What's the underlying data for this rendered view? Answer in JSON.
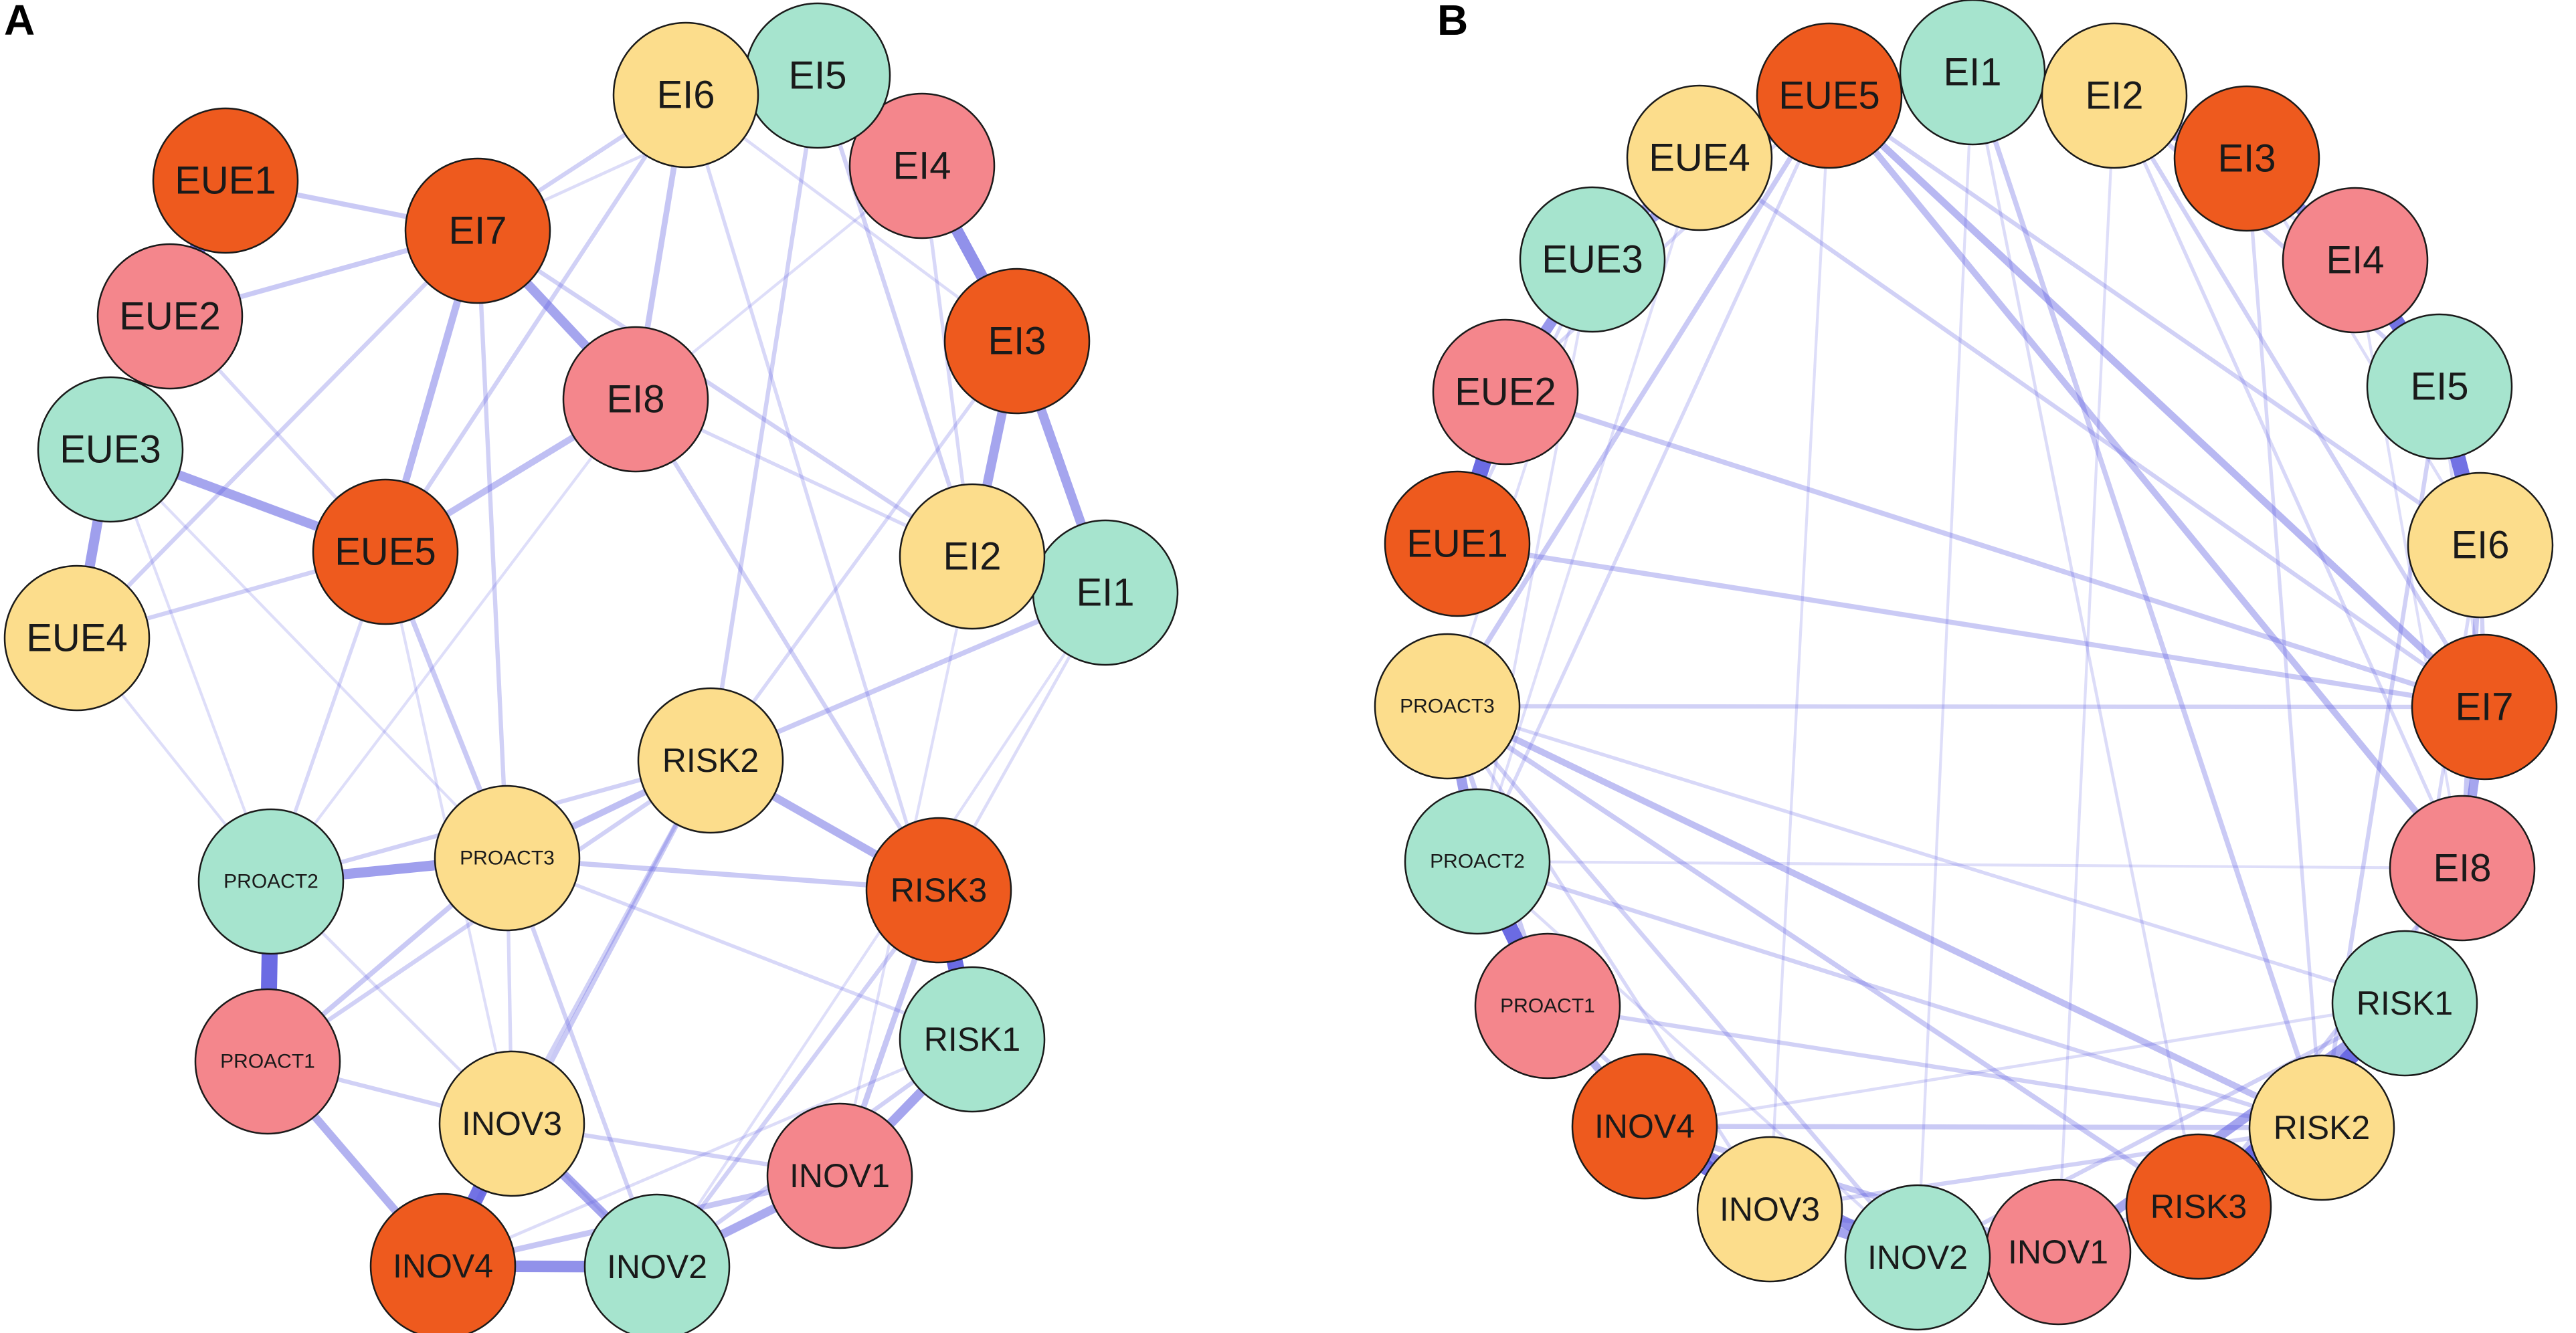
{
  "panels": {
    "A": {
      "label": "A"
    },
    "B": {
      "label": "B"
    }
  },
  "colors": {
    "orange": "#EE5A1E",
    "pink": "#F4868C",
    "mint": "#A6E4CE",
    "yellow": "#FCDD8C",
    "edge": "#5B5BE0"
  },
  "nodes": [
    {
      "id": "EUE1",
      "label": "EUE1",
      "color": "orange"
    },
    {
      "id": "EUE2",
      "label": "EUE2",
      "color": "pink"
    },
    {
      "id": "EUE3",
      "label": "EUE3",
      "color": "mint"
    },
    {
      "id": "EUE4",
      "label": "EUE4",
      "color": "yellow"
    },
    {
      "id": "EUE5",
      "label": "EUE5",
      "color": "orange"
    },
    {
      "id": "EI1",
      "label": "EI1",
      "color": "mint"
    },
    {
      "id": "EI2",
      "label": "EI2",
      "color": "yellow"
    },
    {
      "id": "EI3",
      "label": "EI3",
      "color": "orange"
    },
    {
      "id": "EI4",
      "label": "EI4",
      "color": "pink"
    },
    {
      "id": "EI5",
      "label": "EI5",
      "color": "mint"
    },
    {
      "id": "EI6",
      "label": "EI6",
      "color": "yellow"
    },
    {
      "id": "EI7",
      "label": "EI7",
      "color": "orange"
    },
    {
      "id": "EI8",
      "label": "EI8",
      "color": "pink"
    },
    {
      "id": "PROACT1",
      "label": "PROACT1",
      "color": "pink"
    },
    {
      "id": "PROACT2",
      "label": "PROACT2",
      "color": "mint"
    },
    {
      "id": "PROACT3",
      "label": "PROACT3",
      "color": "yellow"
    },
    {
      "id": "RISK1",
      "label": "RISK1",
      "color": "mint"
    },
    {
      "id": "RISK2",
      "label": "RISK2",
      "color": "yellow"
    },
    {
      "id": "RISK3",
      "label": "RISK3",
      "color": "orange"
    },
    {
      "id": "INOV1",
      "label": "INOV1",
      "color": "pink"
    },
    {
      "id": "INOV2",
      "label": "INOV2",
      "color": "mint"
    },
    {
      "id": "INOV3",
      "label": "INOV3",
      "color": "yellow"
    },
    {
      "id": "INOV4",
      "label": "INOV4",
      "color": "orange"
    }
  ],
  "edges": [
    {
      "s": "EUE1",
      "t": "EUE2",
      "w": 1.0
    },
    {
      "s": "EUE2",
      "t": "EUE3",
      "w": 0.65
    },
    {
      "s": "EUE3",
      "t": "EUE4",
      "w": 0.6
    },
    {
      "s": "EUE3",
      "t": "EUE5",
      "w": 0.55
    },
    {
      "s": "PROACT1",
      "t": "PROACT2",
      "w": 1.0
    },
    {
      "s": "PROACT2",
      "t": "PROACT3",
      "w": 0.6
    },
    {
      "s": "RISK3",
      "t": "RISK1",
      "w": 1.0
    },
    {
      "s": "INOV3",
      "t": "INOV4",
      "w": 0.95
    },
    {
      "s": "INOV4",
      "t": "INOV2",
      "w": 0.7
    },
    {
      "s": "INOV3",
      "t": "INOV2",
      "w": 0.55
    },
    {
      "s": "INOV1",
      "t": "RISK1",
      "w": 0.55
    },
    {
      "s": "EI3",
      "t": "EI4",
      "w": 0.7
    },
    {
      "s": "EI4",
      "t": "EI5",
      "w": 0.95
    },
    {
      "s": "EI5",
      "t": "EI6",
      "w": 0.95
    },
    {
      "s": "EI3",
      "t": "EI2",
      "w": 0.55
    },
    {
      "s": "EI3",
      "t": "EI1",
      "w": 0.55
    },
    {
      "s": "EI7",
      "t": "EI8",
      "w": 0.55
    },
    {
      "s": "EI1",
      "t": "EI2",
      "w": 0.45
    },
    {
      "s": "EUE5",
      "t": "EI7",
      "w": 0.4
    },
    {
      "s": "EUE5",
      "t": "EI8",
      "w": 0.35
    },
    {
      "s": "PROACT3",
      "t": "RISK2",
      "w": 0.35
    },
    {
      "s": "RISK2",
      "t": "RISK3",
      "w": 0.45
    },
    {
      "s": "PROACT1",
      "t": "INOV4",
      "w": 0.45
    },
    {
      "s": "INOV2",
      "t": "INOV1",
      "w": 0.5
    },
    {
      "s": "INOV4",
      "t": "INOV1",
      "w": 0.3
    },
    {
      "s": "RISK3",
      "t": "INOV1",
      "w": 0.3
    },
    {
      "s": "EUE2",
      "t": "EI7",
      "w": 0.25
    },
    {
      "s": "EUE1",
      "t": "EI7",
      "w": 0.25
    },
    {
      "s": "EI6",
      "t": "EI8",
      "w": 0.3
    },
    {
      "s": "EI6",
      "t": "EI7",
      "w": 0.2
    },
    {
      "s": "EUE4",
      "t": "EI7",
      "w": 0.2
    },
    {
      "s": "EUE5",
      "t": "PROACT3",
      "w": 0.25
    },
    {
      "s": "EUE5",
      "t": "PROACT2",
      "w": 0.15
    },
    {
      "s": "EUE5",
      "t": "EUE4",
      "w": 0.2
    },
    {
      "s": "EI7",
      "t": "PROACT3",
      "w": 0.2
    },
    {
      "s": "EI7",
      "t": "EI2",
      "w": 0.2
    },
    {
      "s": "EI5",
      "t": "EI2",
      "w": 0.2
    },
    {
      "s": "EI4",
      "t": "EI2",
      "w": 0.15
    },
    {
      "s": "EI6",
      "t": "EUE5",
      "w": 0.2
    },
    {
      "s": "RISK2",
      "t": "EI1",
      "w": 0.25
    },
    {
      "s": "RISK2",
      "t": "EI5",
      "w": 0.2
    },
    {
      "s": "RISK2",
      "t": "INOV4",
      "w": 0.25
    },
    {
      "s": "RISK2",
      "t": "INOV3",
      "w": 0.2
    },
    {
      "s": "RISK2",
      "t": "PROACT1",
      "w": 0.2
    },
    {
      "s": "PROACT3",
      "t": "RISK3",
      "w": 0.25
    },
    {
      "s": "PROACT2",
      "t": "RISK2",
      "w": 0.2
    },
    {
      "s": "PROACT3",
      "t": "INOV2",
      "w": 0.2
    },
    {
      "s": "PROACT3",
      "t": "PROACT1",
      "w": 0.25
    },
    {
      "s": "PROACT1",
      "t": "INOV3",
      "w": 0.2
    },
    {
      "s": "PROACT3",
      "t": "INOV3",
      "w": 0.15
    },
    {
      "s": "PROACT3",
      "t": "RISK1",
      "w": 0.15
    },
    {
      "s": "INOV3",
      "t": "INOV1",
      "w": 0.2
    },
    {
      "s": "RISK1",
      "t": "INOV2",
      "w": 0.2
    },
    {
      "s": "RISK3",
      "t": "INOV2",
      "w": 0.2
    },
    {
      "s": "EI8",
      "t": "RISK3",
      "w": 0.2
    },
    {
      "s": "EI8",
      "t": "EI2",
      "w": 0.15
    },
    {
      "s": "EI3",
      "t": "RISK2",
      "w": 0.15
    },
    {
      "s": "EI6",
      "t": "RISK1",
      "w": 0.15
    },
    {
      "s": "EUE2",
      "t": "EUE5",
      "w": 0.15
    },
    {
      "s": "EUE1",
      "t": "EUE3",
      "w": 0.15
    },
    {
      "s": "EUE4",
      "t": "PROACT2",
      "w": 0.1
    },
    {
      "s": "EUE3",
      "t": "PROACT3",
      "w": 0.1
    },
    {
      "s": "EI1",
      "t": "RISK3",
      "w": 0.12
    },
    {
      "s": "EI5",
      "t": "EI7",
      "w": 0.12
    },
    {
      "s": "EI4",
      "t": "EI8",
      "w": 0.1
    },
    {
      "s": "EI3",
      "t": "EI6",
      "w": 0.12
    },
    {
      "s": "EI2",
      "t": "INOV1",
      "w": 0.1
    },
    {
      "s": "EI1",
      "t": "INOV2",
      "w": 0.1
    },
    {
      "s": "EUE5",
      "t": "INOV3",
      "w": 0.1
    },
    {
      "s": "EUE3",
      "t": "PROACT2",
      "w": 0.1
    },
    {
      "s": "EI8",
      "t": "PROACT2",
      "w": 0.1
    },
    {
      "s": "INOV4",
      "t": "RISK1",
      "w": 0.12
    },
    {
      "s": "PROACT2",
      "t": "INOV2",
      "w": 0.12
    }
  ]
}
